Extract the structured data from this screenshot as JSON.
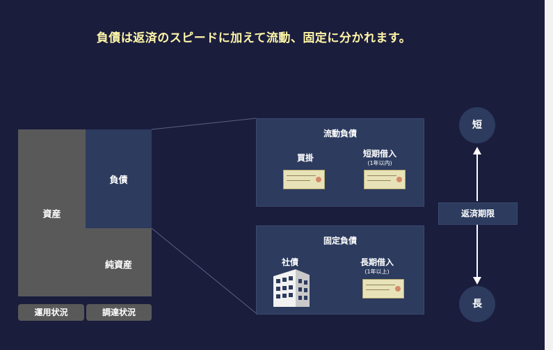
{
  "slide": {
    "title": "負債は返済のスピードに加えて流動、固定に分かれます。"
  },
  "balance_sheet": {
    "asset_label": "資産",
    "liability_label": "負債",
    "equity_label": "純資産",
    "tags": [
      "運用状況",
      "調達状況"
    ]
  },
  "panels": {
    "current": {
      "title": "流動負債",
      "items": [
        {
          "label": "買掛",
          "sub": ""
        },
        {
          "label": "短期借入",
          "sub": "(1年以内)"
        }
      ]
    },
    "fixed": {
      "title": "固定負債",
      "items": [
        {
          "label": "社債",
          "sub": ""
        },
        {
          "label": "長期借入",
          "sub": "(1年以上)"
        }
      ]
    }
  },
  "timeline": {
    "short_label": "短",
    "long_label": "長",
    "period_label": "返済期限"
  },
  "colors": {
    "background": "#1b1d3d",
    "title": "#fff7a8",
    "panel": "#2c3b5e",
    "gray_block": "#595959"
  }
}
